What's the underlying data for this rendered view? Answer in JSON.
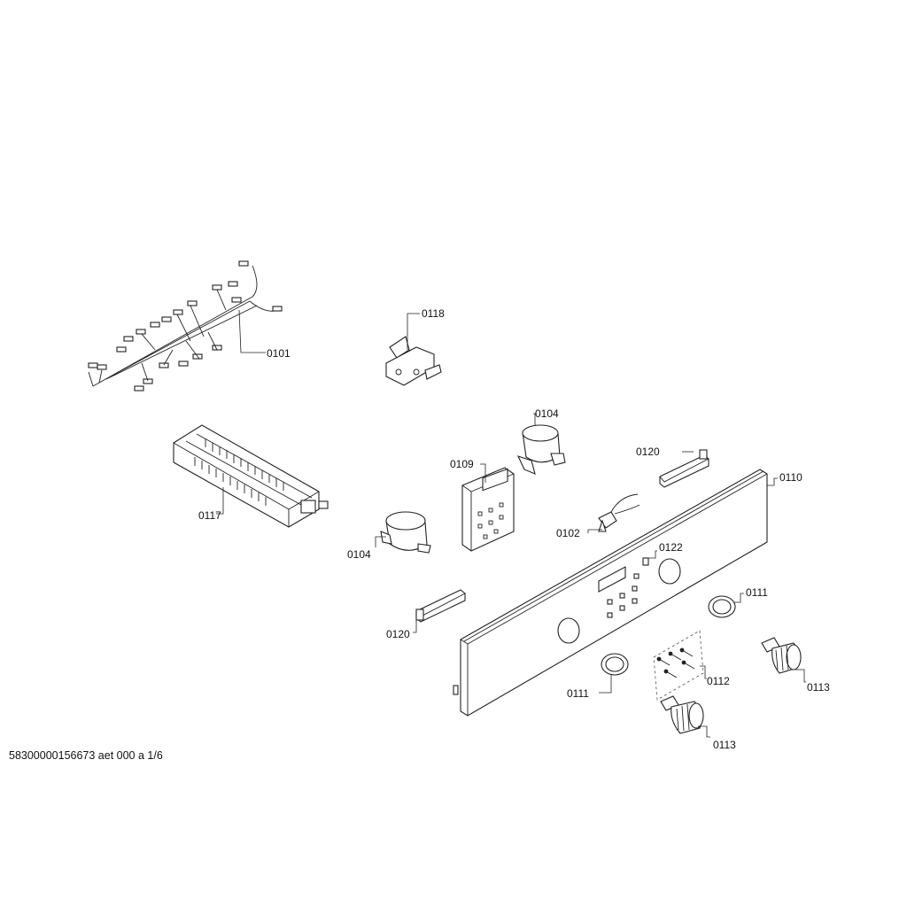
{
  "diagram": {
    "footer": "58300000156673 aet 000 a 1/6",
    "parts": [
      {
        "id": "wiring-harness",
        "label": "0101"
      },
      {
        "id": "clock-switch",
        "label": "0118"
      },
      {
        "id": "selector-switch",
        "label": "0117"
      },
      {
        "id": "knob-holder-top",
        "label": "0104"
      },
      {
        "id": "knob-holder-bottom",
        "label": "0104"
      },
      {
        "id": "electronic-module",
        "label": "0109"
      },
      {
        "id": "bracket-top",
        "label": "0120"
      },
      {
        "id": "bracket-bottom",
        "label": "0120"
      },
      {
        "id": "control-panel",
        "label": "0110"
      },
      {
        "id": "signal-lamp",
        "label": "0102"
      },
      {
        "id": "indicator",
        "label": "0122"
      },
      {
        "id": "knob-ring-right",
        "label": "0111"
      },
      {
        "id": "knob-ring-left",
        "label": "0111"
      },
      {
        "id": "screw-set",
        "label": "0112"
      },
      {
        "id": "knob-right",
        "label": "0113"
      },
      {
        "id": "knob-bottom",
        "label": "0113"
      }
    ]
  }
}
